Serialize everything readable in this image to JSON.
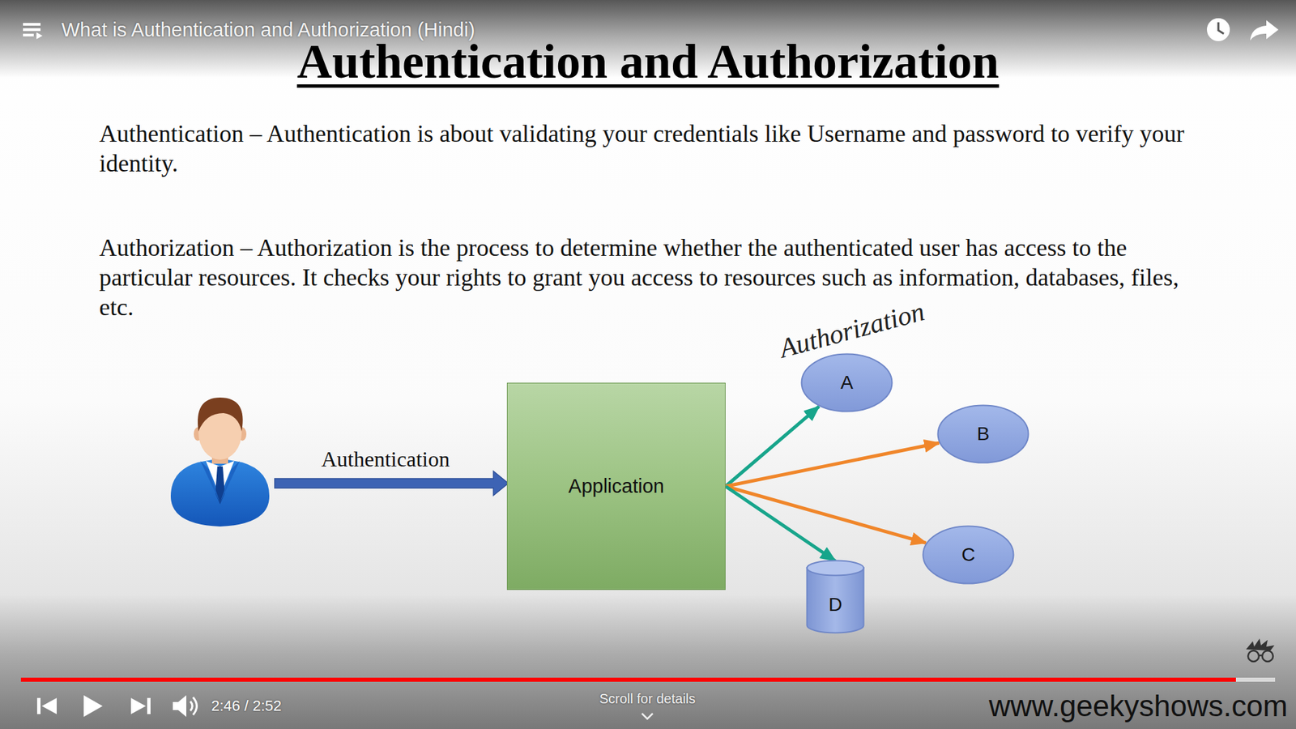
{
  "diagram": {
    "title": "Authentication and Authorization",
    "nodes": [
      {
        "text": [
          "Application"
        ]
      },
      {
        "text": [
          "A"
        ]
      },
      {
        "text": [
          "B"
        ]
      },
      {
        "text": [
          "C"
        ]
      },
      {
        "text": [
          "D"
        ]
      }
    ],
    "edges": [
      {
        "from": 0,
        "to": 1,
        "arrow": "to"
      },
      {
        "from": 0,
        "to": 2,
        "arrow": "to"
      },
      {
        "from": 0,
        "to": 3,
        "arrow": "to"
      },
      {
        "from": 0,
        "to": 4,
        "arrow": "to"
      }
    ],
    "labels": [
      "What is Authentication and Authorization (Hindi)",
      "Authentication – Authentication is about validating your credentials like Username and password to verify your identity.",
      "Authorization – Authorization is the process to determine whether the authenticated user has access to the particular resources. It checks your rights to grant you access to resources such as information, databases, files, etc.",
      "Authorization",
      "Authentication",
      "2:46 / 2:52",
      "Scroll for details",
      "www.geekyshows.com"
    ]
  }
}
